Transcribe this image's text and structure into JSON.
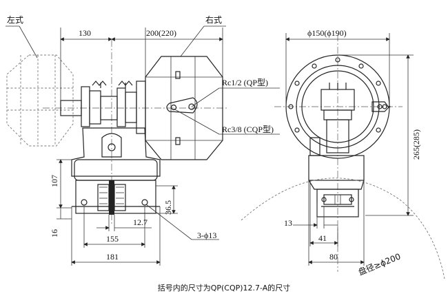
{
  "labels": {
    "left_type": "左式",
    "right_type": "右式",
    "port_qp": "Rc1/2 (QP型)",
    "port_cqp": "Rc3/8 (CQP型)",
    "disc_note": "盘径≥ϕ200"
  },
  "dims": {
    "d130": "130",
    "d200": "200(220)",
    "d150": "ϕ150(ϕ190)",
    "d265": "265(285)",
    "d107": "107",
    "d16": "16",
    "d36": "36.5",
    "d127": "12.7",
    "d155": "155",
    "d181": "181",
    "holes": "3-ϕ13",
    "d13": "13",
    "d41": "41",
    "d80": "80"
  },
  "caption": "括号内的尺寸为QP(CQP)12.7-A的尺寸",
  "colors": {
    "line": "#222222",
    "dashed": "#777777",
    "background": "#ffffff"
  }
}
